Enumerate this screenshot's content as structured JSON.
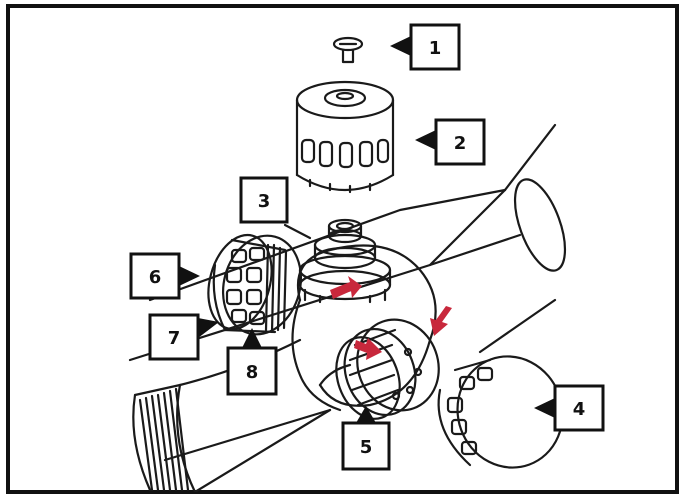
{
  "diagram": {
    "callouts": [
      {
        "label": "1"
      },
      {
        "label": "2"
      },
      {
        "label": "3"
      },
      {
        "label": "4"
      },
      {
        "label": "5"
      },
      {
        "label": "6"
      },
      {
        "label": "7"
      },
      {
        "label": "8"
      }
    ],
    "colors": {
      "frame": "#111111",
      "line": "#1a1a1a",
      "highlight_arrow": "#c8283c",
      "fill": "#ffffff"
    }
  }
}
